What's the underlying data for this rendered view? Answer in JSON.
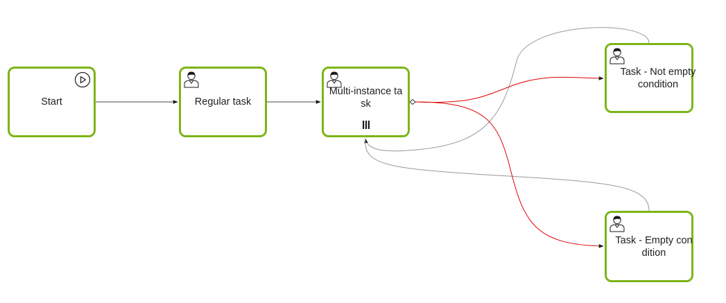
{
  "diagram": {
    "nodes": [
      {
        "id": "start",
        "type": "start-task",
        "label": "Start",
        "icon": "play-circle-icon"
      },
      {
        "id": "regular",
        "type": "user-task",
        "label": "Regular task",
        "icon": "user-icon"
      },
      {
        "id": "multi",
        "type": "multi-instance-user-task",
        "label": "Multi-instance task",
        "icon": "user-icon",
        "marker": "parallel-multi-instance-icon"
      },
      {
        "id": "task1",
        "type": "user-task",
        "label": "Task - Not empty condition",
        "icon": "user-icon"
      },
      {
        "id": "task2",
        "type": "user-task",
        "label": "Task - Empty condition",
        "icon": "user-icon"
      }
    ],
    "edges": [
      {
        "from": "start",
        "to": "regular",
        "color": "#4a4a4a"
      },
      {
        "from": "regular",
        "to": "multi",
        "color": "#4a4a4a"
      },
      {
        "from": "multi",
        "to": "task1",
        "color": "#e00000",
        "conditional": true
      },
      {
        "from": "multi",
        "to": "task2",
        "color": "#e00000",
        "conditional": true
      },
      {
        "from": "task1",
        "to": "multi",
        "color": "#999999"
      },
      {
        "from": "task2",
        "to": "multi",
        "color": "#999999"
      }
    ],
    "colors": {
      "node_border": "#7cb518",
      "sequence_flow": "#4a4a4a",
      "conditional_flow": "#e00000",
      "loop_flow": "#999999"
    }
  }
}
